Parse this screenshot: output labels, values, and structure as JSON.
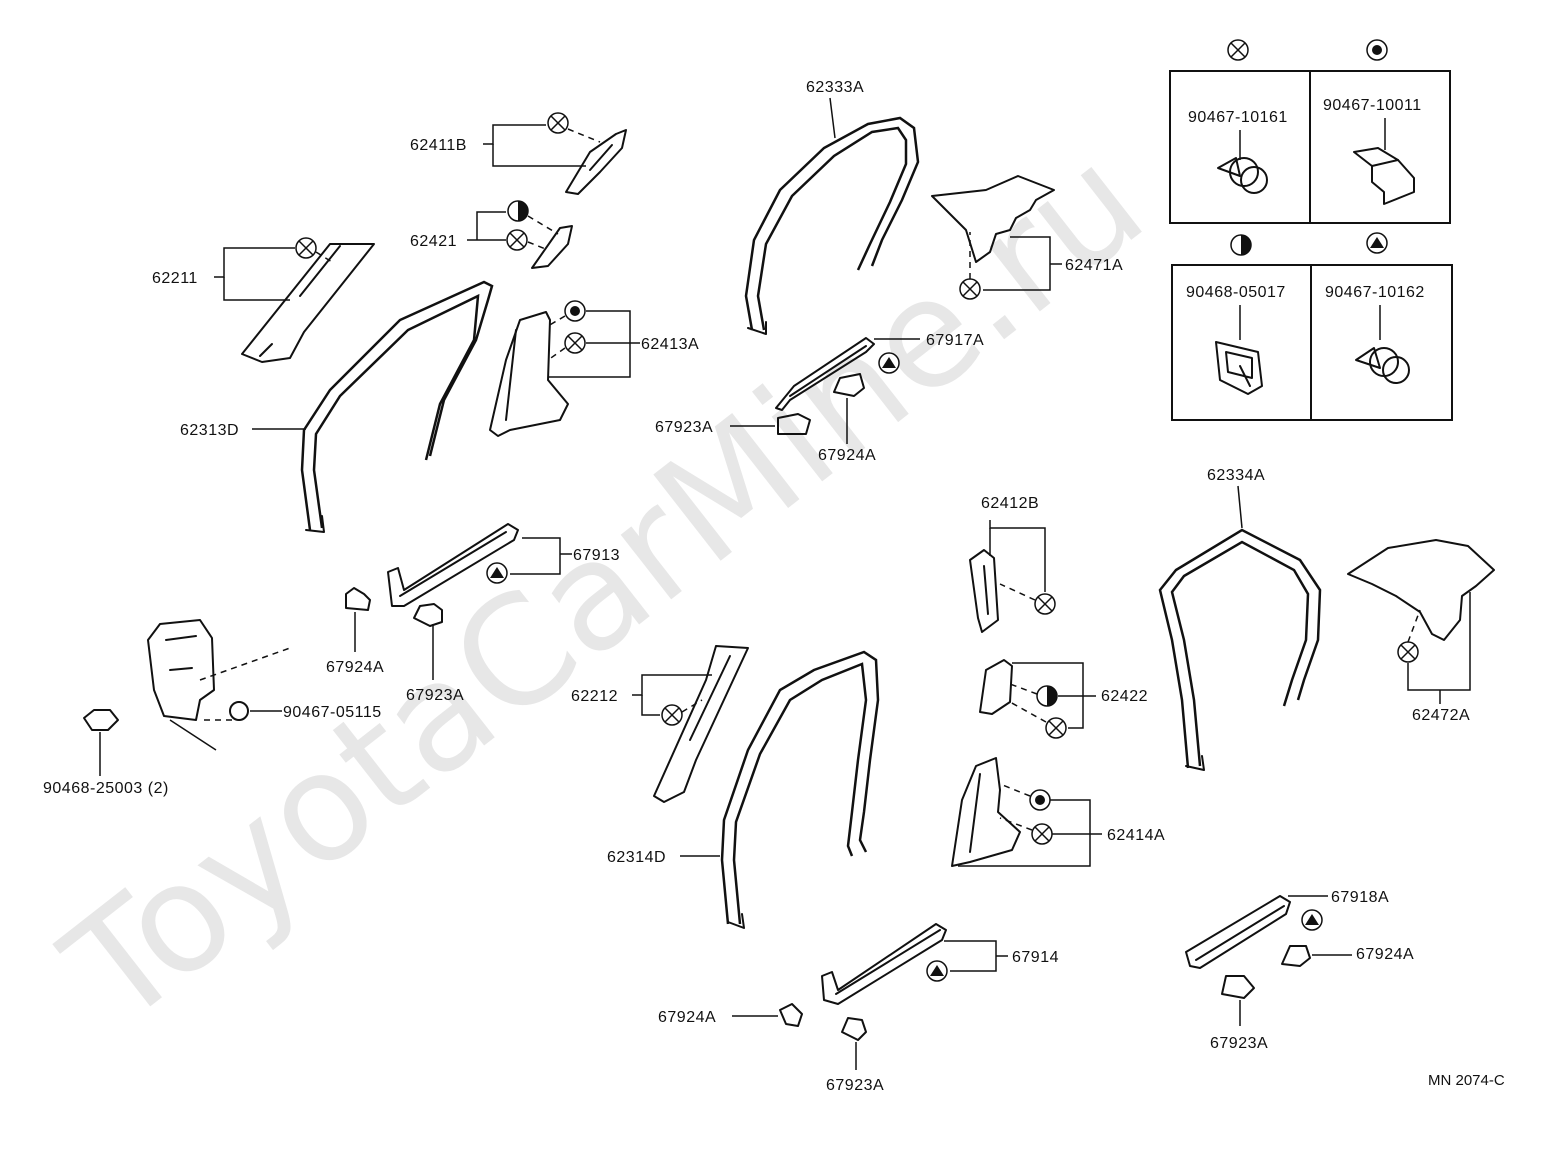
{
  "watermark": "ToyotaCarMine.ru",
  "diagram_code": "MN 2074-C",
  "legend": {
    "clip_a": {
      "symbol": "x-circle-icon",
      "part": "90467-10161"
    },
    "clip_b": {
      "symbol": "dot-circle-icon",
      "part": "90467-10011"
    },
    "clip_c": {
      "symbol": "half-circle-icon",
      "part": "90468-05017"
    },
    "clip_d": {
      "symbol": "triangle-circle-icon",
      "part": "90467-10162"
    }
  },
  "parts": {
    "p62333A": "62333A",
    "p62411B": "62411B",
    "p62421": "62421",
    "p62211": "62211",
    "p62471A": "62471A",
    "p62413A": "62413A",
    "p67917A": "67917A",
    "p62313D": "62313D",
    "p67923A_1": "67923A",
    "p67924A_1": "67924A",
    "p67913": "67913",
    "p62412B": "62412B",
    "p62334A": "62334A",
    "p67924A_2": "67924A",
    "p67923A_2": "67923A",
    "p90467_05115": "90467-05115",
    "p62212": "62212",
    "p62422": "62422",
    "p62472A": "62472A",
    "p90468_25003": "90468-25003 (2)",
    "p62414A": "62414A",
    "p62314D": "62314D",
    "p67918A": "67918A",
    "p67914": "67914",
    "p67924A_3": "67924A",
    "p67924A_4": "67924A",
    "p67923A_3": "67923A",
    "p67923A_4": "67923A"
  }
}
